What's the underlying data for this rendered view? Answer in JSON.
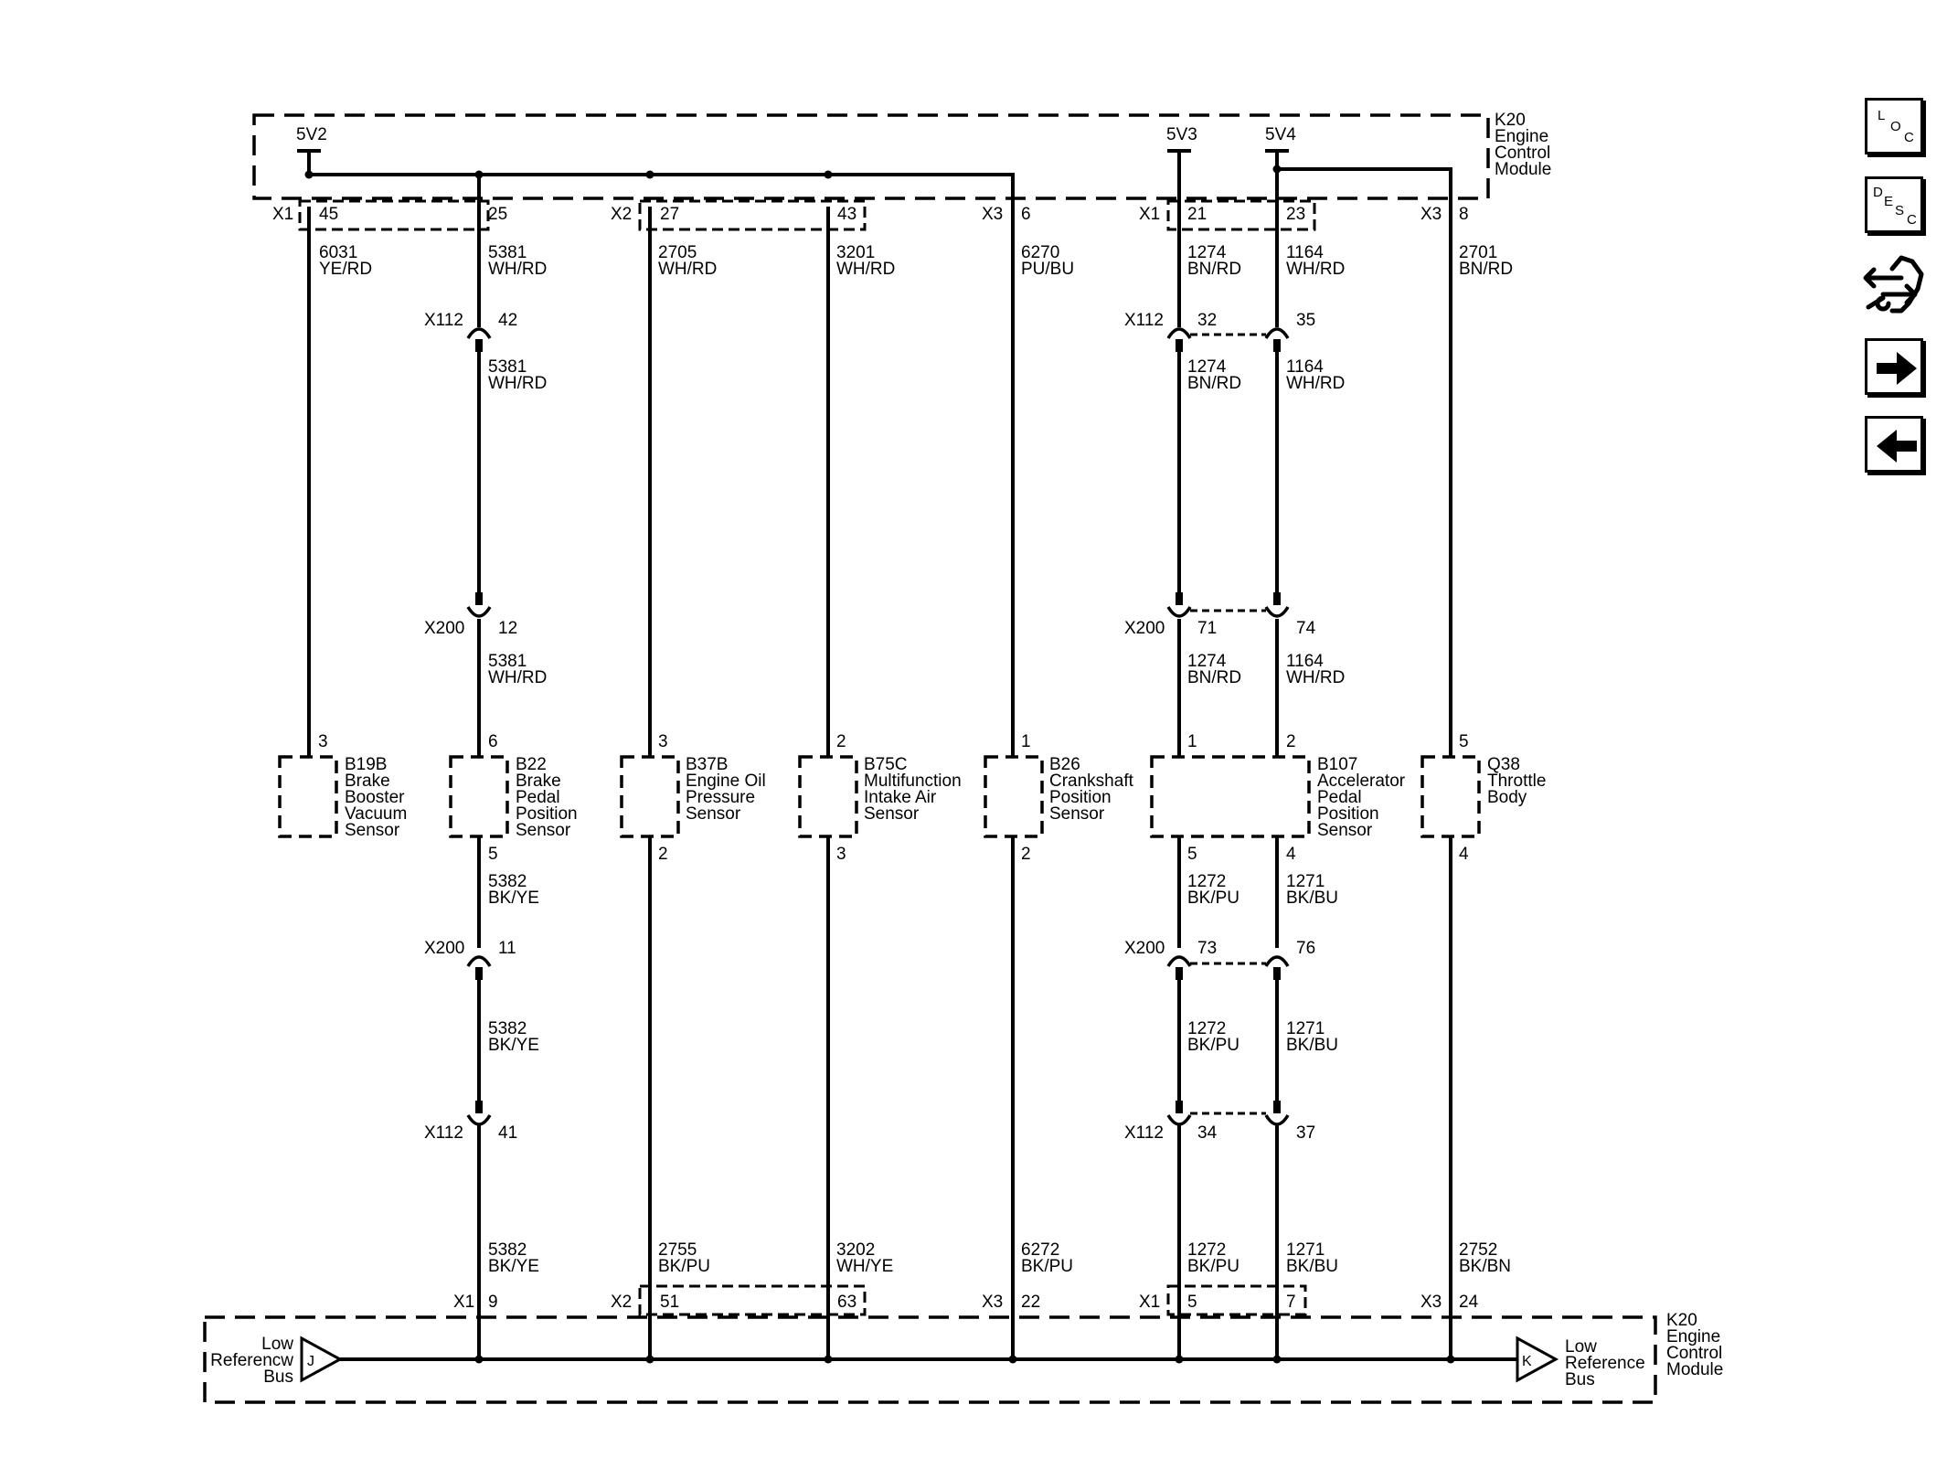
{
  "ecm_top": {
    "name": [
      "K20",
      "Engine",
      "Control",
      "Module"
    ]
  },
  "ecm_bottom": {
    "name": [
      "K20",
      "Engine",
      "Control",
      "Module"
    ]
  },
  "supply": [
    {
      "label": "5V2"
    },
    {
      "label": "5V3"
    },
    {
      "label": "5V4"
    }
  ],
  "top_connectors": [
    {
      "name": "X1",
      "pins": [
        "45",
        "25"
      ]
    },
    {
      "name": "X2",
      "pins": [
        "27",
        "43"
      ]
    },
    {
      "name": "X3",
      "pins": [
        "6"
      ]
    },
    {
      "name": "X1",
      "pins": [
        "21",
        "23"
      ]
    },
    {
      "name": "X3",
      "pins": [
        "8"
      ]
    }
  ],
  "bottom_connectors": [
    {
      "name": "X1",
      "pins": [
        "9"
      ]
    },
    {
      "name": "X2",
      "pins": [
        "51",
        "63"
      ]
    },
    {
      "name": "X3",
      "pins": [
        "22"
      ]
    },
    {
      "name": "X1",
      "pins": [
        "5",
        "7"
      ]
    },
    {
      "name": "X3",
      "pins": [
        "24"
      ]
    }
  ],
  "wires": [
    {
      "id": "w1",
      "circuit": "6031",
      "color": "YE/RD"
    },
    {
      "id": "w2",
      "circuit": "5381",
      "color": "WH/RD"
    },
    {
      "id": "w3",
      "circuit": "2705",
      "color": "WH/RD"
    },
    {
      "id": "w4",
      "circuit": "3201",
      "color": "WH/RD"
    },
    {
      "id": "w5",
      "circuit": "6270",
      "color": "PU/BU"
    },
    {
      "id": "w6",
      "circuit": "1274",
      "color": "BN/RD"
    },
    {
      "id": "w7",
      "circuit": "1164",
      "color": "WH/RD"
    },
    {
      "id": "w8",
      "circuit": "2701",
      "color": "BN/RD"
    },
    {
      "id": "w9",
      "circuit": "5381",
      "color": "WH/RD"
    },
    {
      "id": "w10",
      "circuit": "1274",
      "color": "BN/RD"
    },
    {
      "id": "w11",
      "circuit": "1164",
      "color": "WH/RD"
    },
    {
      "id": "w12",
      "circuit": "5381",
      "color": "WH/RD"
    },
    {
      "id": "w13",
      "circuit": "1274",
      "color": "BN/RD"
    },
    {
      "id": "w14",
      "circuit": "1164",
      "color": "WH/RD"
    },
    {
      "id": "w15",
      "circuit": "5382",
      "color": "BK/YE"
    },
    {
      "id": "w16",
      "circuit": "1272",
      "color": "BK/PU"
    },
    {
      "id": "w17",
      "circuit": "1271",
      "color": "BK/BU"
    },
    {
      "id": "w18",
      "circuit": "5382",
      "color": "BK/YE"
    },
    {
      "id": "w19",
      "circuit": "1272",
      "color": "BK/PU"
    },
    {
      "id": "w20",
      "circuit": "1271",
      "color": "BK/BU"
    },
    {
      "id": "w21",
      "circuit": "5382",
      "color": "BK/YE"
    },
    {
      "id": "w22",
      "circuit": "2755",
      "color": "BK/PU"
    },
    {
      "id": "w23",
      "circuit": "3202",
      "color": "WH/YE"
    },
    {
      "id": "w24",
      "circuit": "6272",
      "color": "BK/PU"
    },
    {
      "id": "w25",
      "circuit": "1272",
      "color": "BK/PU"
    },
    {
      "id": "w26",
      "circuit": "1271",
      "color": "BK/BU"
    },
    {
      "id": "w27",
      "circuit": "2752",
      "color": "BK/BN"
    }
  ],
  "inline_connectors": [
    {
      "name": "X112",
      "pins": [
        "42"
      ]
    },
    {
      "name": "X112",
      "pins": [
        "32",
        "35"
      ]
    },
    {
      "name": "X200",
      "pins": [
        "12"
      ]
    },
    {
      "name": "X200",
      "pins": [
        "71",
        "74"
      ]
    },
    {
      "name": "X200",
      "pins": [
        "11"
      ]
    },
    {
      "name": "X200",
      "pins": [
        "73",
        "76"
      ]
    },
    {
      "name": "X112",
      "pins": [
        "41"
      ]
    },
    {
      "name": "X112",
      "pins": [
        "34",
        "37"
      ]
    }
  ],
  "components": [
    {
      "id": "c1",
      "pin_top": "3",
      "pin_bottom": "",
      "lines": [
        "B19B",
        "Brake",
        "Booster",
        "Vacuum",
        "Sensor"
      ]
    },
    {
      "id": "c2",
      "pin_top": "6",
      "pin_bottom": "5",
      "lines": [
        "B22",
        "Brake",
        "Pedal",
        "Position",
        "Sensor"
      ]
    },
    {
      "id": "c3",
      "pin_top": "3",
      "pin_bottom": "2",
      "lines": [
        "B37B",
        "Engine Oil",
        "Pressure",
        "Sensor"
      ]
    },
    {
      "id": "c4",
      "pin_top": "2",
      "pin_bottom": "3",
      "lines": [
        "B75C",
        "Multifunction",
        "Intake Air",
        "Sensor"
      ]
    },
    {
      "id": "c5",
      "pin_top": "1",
      "pin_bottom": "2",
      "lines": [
        "B26",
        "Crankshaft",
        "Position",
        "Sensor"
      ]
    },
    {
      "id": "c6",
      "pin_top": "1",
      "pin_bottom": "5",
      "pin_top2": "2",
      "pin_bottom2": "4",
      "lines": [
        "B107",
        "Accelerator",
        "Pedal",
        "Position",
        "Sensor"
      ]
    },
    {
      "id": "c7",
      "pin_top": "5",
      "pin_bottom": "4",
      "lines": [
        "Q38",
        "Throttle",
        "Body"
      ]
    }
  ],
  "bus_left": {
    "tag": "J",
    "lines": [
      "Low",
      "Referencw",
      "Bus"
    ]
  },
  "bus_right": {
    "tag": "K",
    "lines": [
      "Low",
      "Reference",
      "Bus"
    ]
  },
  "nav": {
    "loc": [
      "L",
      "O",
      "C"
    ],
    "desc": [
      "D",
      "E",
      "S",
      "C"
    ],
    "icons": [
      "connector-swap-icon",
      "arrow-right-icon",
      "arrow-left-icon"
    ]
  }
}
